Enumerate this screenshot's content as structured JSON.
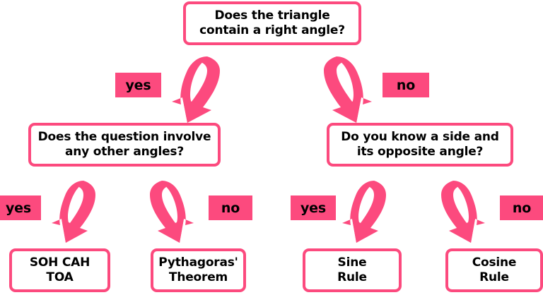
{
  "diagram": {
    "title": "Trigonometry decision flowchart",
    "colors": {
      "accent": "#fc4a7e",
      "node_fill": "#ffffff",
      "text": "#000000",
      "background": "#ffffff"
    },
    "nodes": {
      "root": {
        "text": "Does the triangle\ncontain a right angle?"
      },
      "q_left": {
        "text": "Does the question involve\nany other angles?"
      },
      "q_right": {
        "text": "Do you know a side and\nits opposite angle?"
      },
      "soh": {
        "text": "SOH CAH\nTOA"
      },
      "pythagoras": {
        "text": "Pythagoras'\nTheorem"
      },
      "sine": {
        "text": "Sine\nRule"
      },
      "cosine": {
        "text": "Cosine\nRule"
      }
    },
    "labels": {
      "yes_top": "yes",
      "no_top": "no",
      "yes_left": "yes",
      "no_left": "no",
      "yes_right": "yes",
      "no_right": "no"
    },
    "arrows": {
      "top_left": "curved-arrow-down-left-icon",
      "top_right": "curved-arrow-down-right-icon",
      "bottom_left_yes": "curved-arrow-down-left-icon",
      "bottom_left_no": "curved-arrow-down-right-icon",
      "bottom_right_yes": "curved-arrow-down-left-icon",
      "bottom_right_no": "curved-arrow-down-right-icon"
    }
  }
}
